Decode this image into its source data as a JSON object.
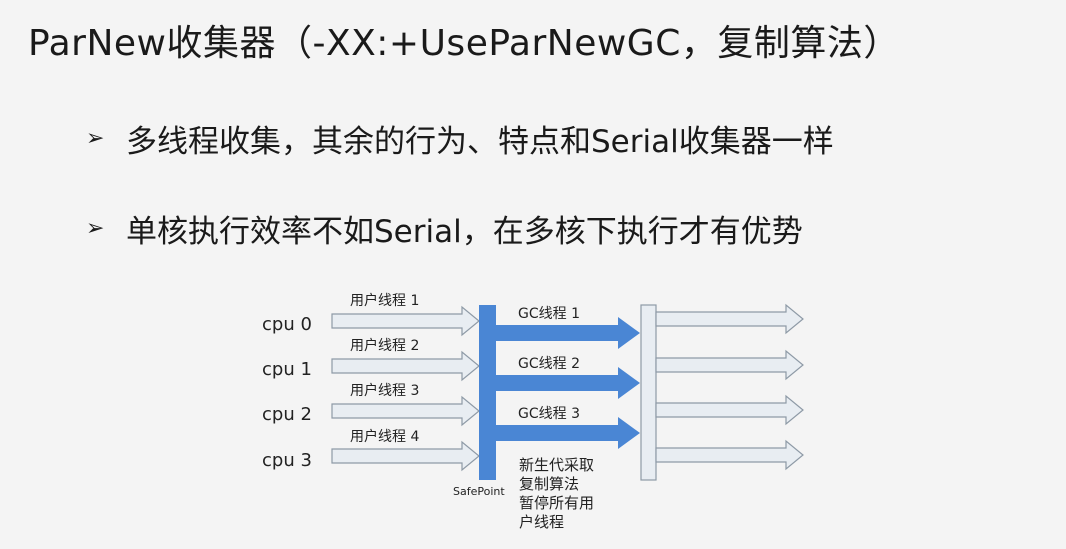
{
  "title": "ParNew收集器（-XX:+UseParNewGC，复制算法）",
  "bullets": [
    {
      "marker": "➢",
      "text": "多线程收集，其余的行为、特点和Serial收集器一样"
    },
    {
      "marker": "➢",
      "text": "单核执行效率不如Serial，在多核下执行才有优势"
    }
  ],
  "diagram": {
    "cpus": [
      "cpu 0",
      "cpu 1",
      "cpu 2",
      "cpu 3"
    ],
    "user_threads": [
      "用户线程 1",
      "用户线程 2",
      "用户线程 3",
      "用户线程 4"
    ],
    "gc_threads": [
      "GC线程 1",
      "GC线程 2",
      "GC线程 3"
    ],
    "safepoint_label": "SafePoint",
    "note_lines": [
      "新生代采取",
      "复制算法",
      "暂停所有用",
      "户线程"
    ],
    "colors": {
      "gc_blue": "#4a86d4",
      "arrow_fill": "#e8edf2",
      "arrow_stroke": "#8e9aa6"
    }
  }
}
